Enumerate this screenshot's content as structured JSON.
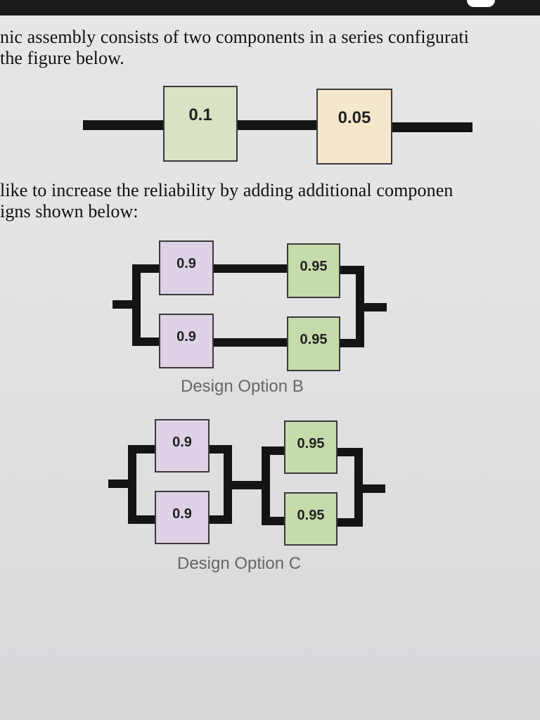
{
  "text": {
    "para1": [
      "nic assembly consists of two components in a series configurati",
      "the figure below."
    ],
    "para2": [
      "like to increase the reliability by adding additional componen",
      "igns shown below:"
    ]
  },
  "designA": {
    "component1": "0.1",
    "component2": "0.05"
  },
  "designB": {
    "top_left": "0.9",
    "top_right": "0.95",
    "bottom_left": "0.9",
    "bottom_right": "0.95",
    "caption": "Design Option B"
  },
  "designC": {
    "top_left": "0.9",
    "top_right": "0.95",
    "bottom_left": "0.9",
    "bottom_right": "0.95",
    "caption": "Design Option C"
  },
  "colors": {
    "green_component": "#d8e2c4",
    "tan_component": "#f6e6cb",
    "lavender_component": "#ddd2e6",
    "green_component_b": "#c6dbab",
    "wire": "#141414"
  }
}
